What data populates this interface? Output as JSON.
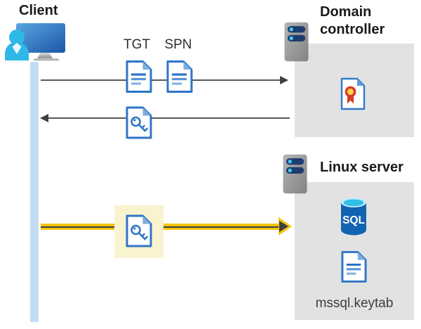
{
  "client": {
    "title": "Client"
  },
  "tickets": {
    "tgt_label": "TGT",
    "spn_label": "SPN"
  },
  "domain_controller": {
    "title": "Domain controller"
  },
  "linux_server": {
    "title": "Linux server",
    "sql_badge": "SQL",
    "keytab_file": "mssql.keytab"
  },
  "icons": {
    "client": "client-computer-icon",
    "lifeline": "client-lifeline-bar",
    "tgt": "document-ticket-icon",
    "spn": "document-ticket-icon",
    "service_ticket": "key-document-icon",
    "domain_controller_server": "server-icon",
    "certificate": "certificate-icon",
    "linux_server_host": "server-icon",
    "sql": "sql-database-icon",
    "keytab": "document-icon",
    "request_arrow": "right-arrow",
    "response_arrow": "left-arrow",
    "auth_arrow": "yellow-right-arrow"
  },
  "colors": {
    "doc_blue": "#2e75c8",
    "fold_blue": "#7aaede",
    "person_cyan": "#2db8e6",
    "timeline_blue": "#c3dcf5",
    "panel_gray": "#e2e2e2",
    "arrow_gray": "#595959",
    "arrowhead_dark": "#404040",
    "highlight_yellow_bg": "#faf3cf",
    "arrow_yellow": "#f3c50f",
    "server_navy": "#1e3c6e",
    "server_led_cyan": "#41c8f0",
    "sql_cylinder_blue": "#1164b2",
    "sql_top_cyan": "#2fc0e8",
    "cert_ribbon_red": "#d83b2a",
    "cert_seal_yellow": "#ffd24a"
  }
}
